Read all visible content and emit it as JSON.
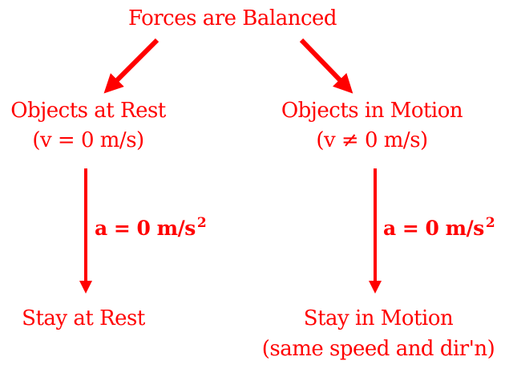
{
  "diagram": {
    "title": "Forces are Balanced",
    "branches": [
      {
        "heading": "Objects at Rest",
        "condition": "(v = 0 m/s)",
        "acceleration": "a = 0 m/s",
        "acceleration_exp": "2",
        "result": "Stay at Rest",
        "result_note": ""
      },
      {
        "heading": "Objects in Motion",
        "condition": "(v ≠ 0 m/s)",
        "acceleration": "a = 0 m/s",
        "acceleration_exp": "2",
        "result": "Stay in Motion",
        "result_note": "(same speed and dir'n)"
      }
    ],
    "colors": {
      "text": "#ff0000",
      "arrows": "#ff0000",
      "background": "#ffffff"
    }
  }
}
